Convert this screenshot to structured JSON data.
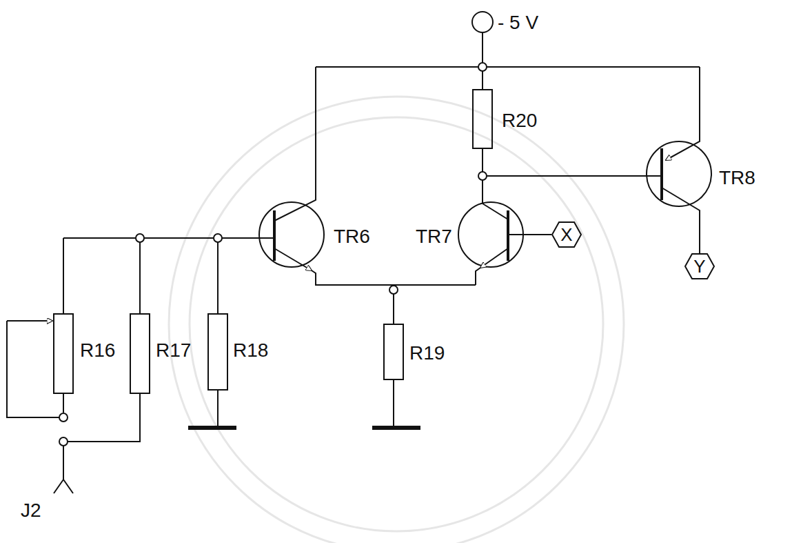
{
  "diagram": {
    "nodes": [
      {
        "text": [
          "X"
        ]
      },
      {
        "text": [
          "Y"
        ]
      }
    ],
    "labels": [
      "- 5 V",
      "R20",
      "TR6",
      "TR7",
      "TR8",
      "R16",
      "R17",
      "R18",
      "R19",
      "J2"
    ]
  }
}
